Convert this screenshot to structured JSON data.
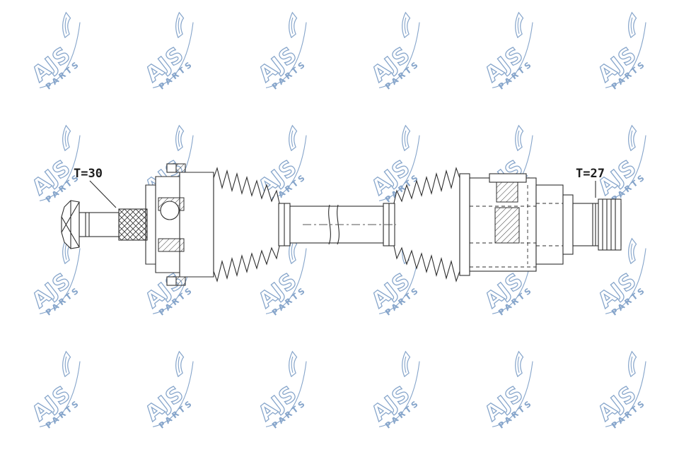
{
  "page": {
    "background_color": "#ffffff"
  },
  "watermark": {
    "brand": "AJS",
    "sub": "PARTS",
    "color": "#7fa0c8",
    "grid": {
      "rows": 4,
      "cols": 6
    }
  },
  "drawing": {
    "stroke_color": "#2d2d2d",
    "labels": {
      "left_spline_count": "T=30",
      "right_spline_count": "T=27"
    }
  }
}
